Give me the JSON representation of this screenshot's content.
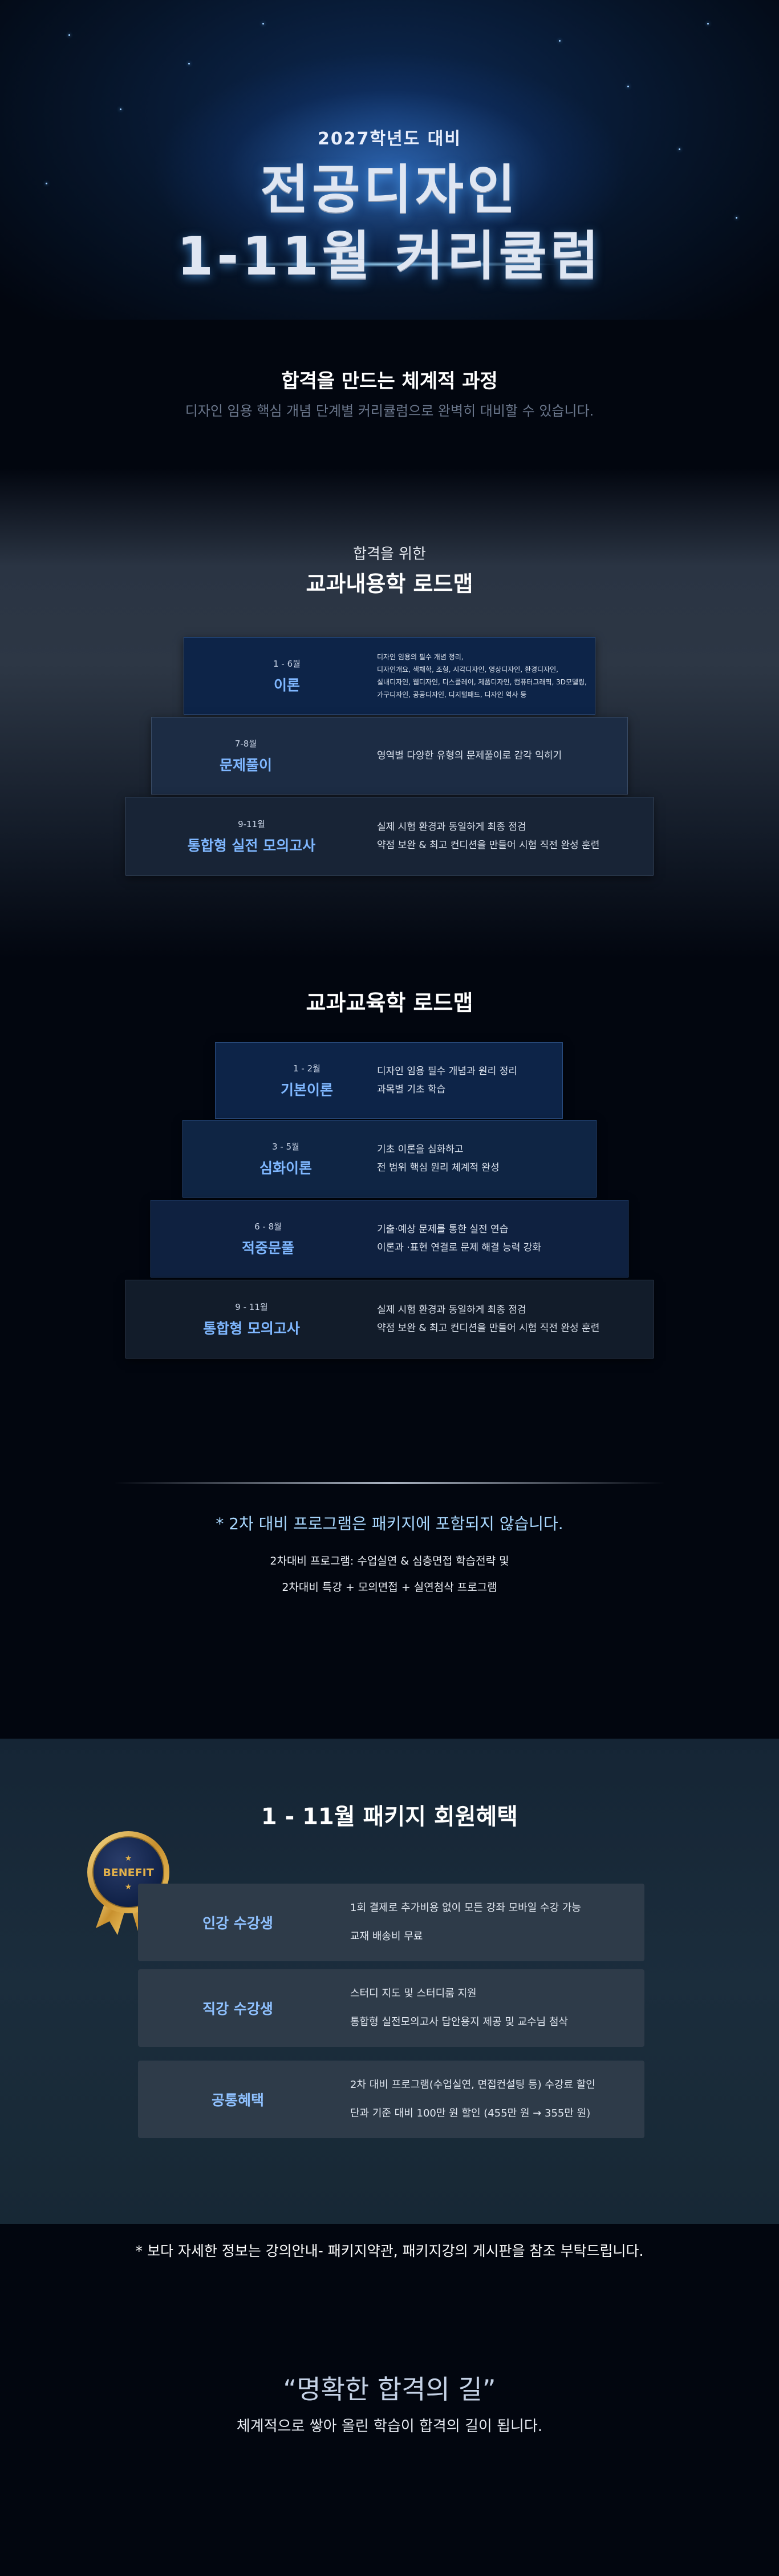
{
  "hero": {
    "year_line": "2027학년도 대비",
    "title_line1": "전공디자인",
    "title_line2": "1-11월 커리큘럼"
  },
  "intro": {
    "title": "합격을 만드는 체계적 과정",
    "subtitle": "디자인 임용 핵심 개념 단계별 커리큘럼으로 완벽히 대비할 수 있습니다."
  },
  "roadmap1": {
    "pre_title": "합격을 위한",
    "title": "교과내용학 로드맵",
    "steps": [
      {
        "period": "1 - 6월",
        "name": "이론",
        "lines": [
          "디자인 임용의 필수 개념 정리,",
          "디자인개요, 색채학, 조형, 시각디자인, 영상디자인, 환경디자인,",
          "실내디자인, 웹디자인, 디스플레이, 제품디자인, 컴퓨터그래픽, 3D모델링,",
          "가구디자인, 공공디자인, 디지털패드, 디자인 역사 등"
        ]
      },
      {
        "period": "7-8월",
        "name": "문제풀이",
        "lines": [
          "영역별 다양한 유형의 문제풀이로 감각 익히기"
        ]
      },
      {
        "period": "9-11월",
        "name": "통합형 실전 모의고사",
        "lines": [
          "실제 시험 환경과 동일하게 최종 점검",
          "약점 보완 & 최고 컨디션을 만들어 시험 직전 완성 훈련"
        ]
      }
    ]
  },
  "roadmap2": {
    "title": "교과교육학 로드맵",
    "steps": [
      {
        "period": "1 - 2월",
        "name": "기본이론",
        "lines": [
          "디자인 임용 필수 개념과 원리 정리",
          "과목별 기초 학습"
        ]
      },
      {
        "period": "3 - 5월",
        "name": "심화이론",
        "lines": [
          "기초 이론을 심화하고",
          "전 범위 핵심 원리 체계적 완성"
        ]
      },
      {
        "period": "6 - 8월",
        "name": "적중문풀",
        "lines": [
          "기출·예상 문제를 통한 실전 연습",
          "이론과 ·표현 연결로 문제 해결 능력 강화"
        ]
      },
      {
        "period": "9 - 11월",
        "name": "통합형 모의고사",
        "lines": [
          "실제 시험 환경과 동일하게 최종 점검",
          "약점 보완 & 최고 컨디션을 만들어 시험 직전 완성 훈련"
        ]
      }
    ]
  },
  "notice": {
    "title": "* 2차 대비 프로그램은 패키지에 포함되지 않습니다.",
    "line1": "2차대비 프로그램: 수업실연 & 심층면접 학습전략 및",
    "line2": "2차대비 특강 + 모의면접 + 실연첨삭 프로그램"
  },
  "benefits": {
    "title": "1 - 11월 패키지 회원혜택",
    "badge_text": "BENEFIT",
    "rows": [
      {
        "name": "인강 수강생",
        "lines": [
          "1회 결제로 추가비용 없이 모든 강좌 모바일 수강 가능",
          "교재 배송비 무료"
        ]
      },
      {
        "name": "직강 수강생",
        "lines": [
          "스터디 지도 및 스터디룸 지원",
          "통합형 실전모의고사 답안용지 제공 및 교수님 첨삭"
        ]
      },
      {
        "name": "공통혜택",
        "lines": [
          "2차 대비 프로그램(수업실연, 면접컨설팅 등) 수강료 할인",
          "단과 기준 대비 100만 원 할인 (455만 원 → 355만 원)"
        ]
      }
    ]
  },
  "footnote": "* 보다 자세한 정보는 강의안내- 패키지약관, 패키지강의 게시판을 참조 부탁드립니다.",
  "closing": {
    "title": "“명확한 합격의 길”",
    "subtitle": "체계적으로 쌓아 올린 학습이 합격의 길이 됩니다."
  },
  "colors": {
    "accent_blue": "#7fb7ff",
    "notice_blue": "#a9d8ff",
    "badge_gold": "#e2b04a",
    "badge_navy": "#0c1d42"
  }
}
